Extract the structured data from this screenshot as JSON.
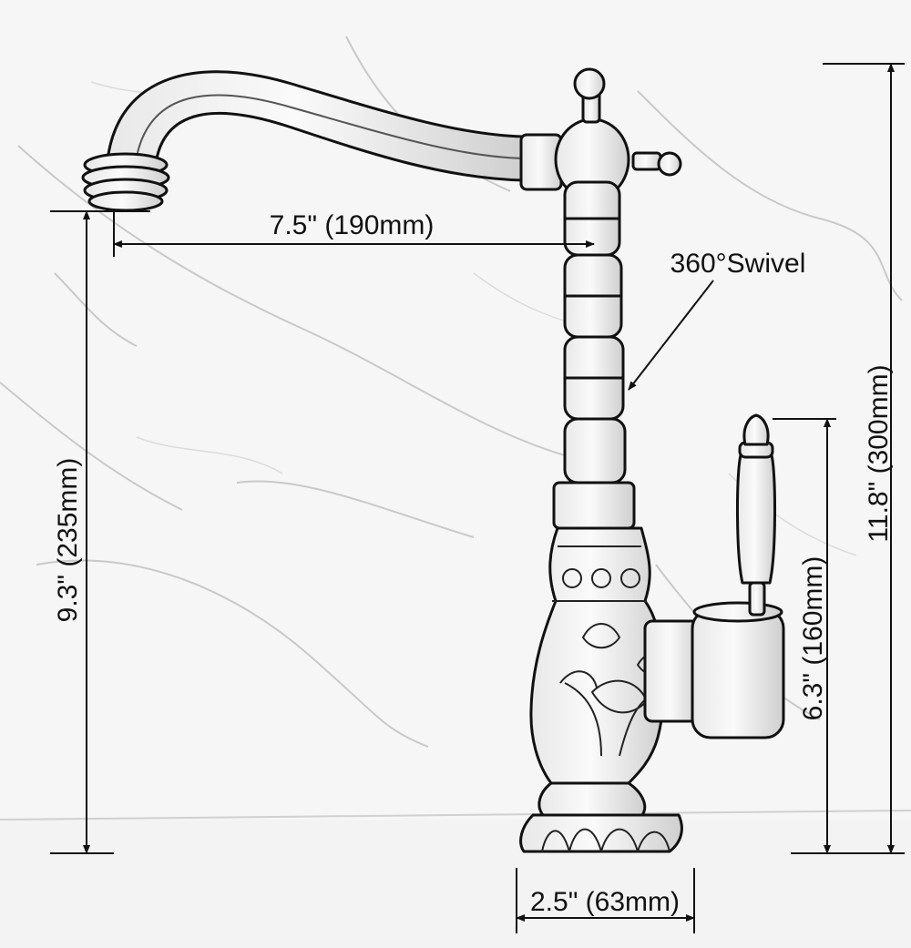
{
  "dimensions": {
    "spout_reach": "7.5\" (190mm)",
    "swivel": "360°Swivel",
    "total_height": "11.8\" (300mm)",
    "spout_height": "9.3\" (235mm)",
    "handle_height": "6.3\" (160mm)",
    "base_diameter": "2.5\" (63mm)"
  },
  "colors": {
    "line": "#111111",
    "marble": "#f1f1f1"
  }
}
